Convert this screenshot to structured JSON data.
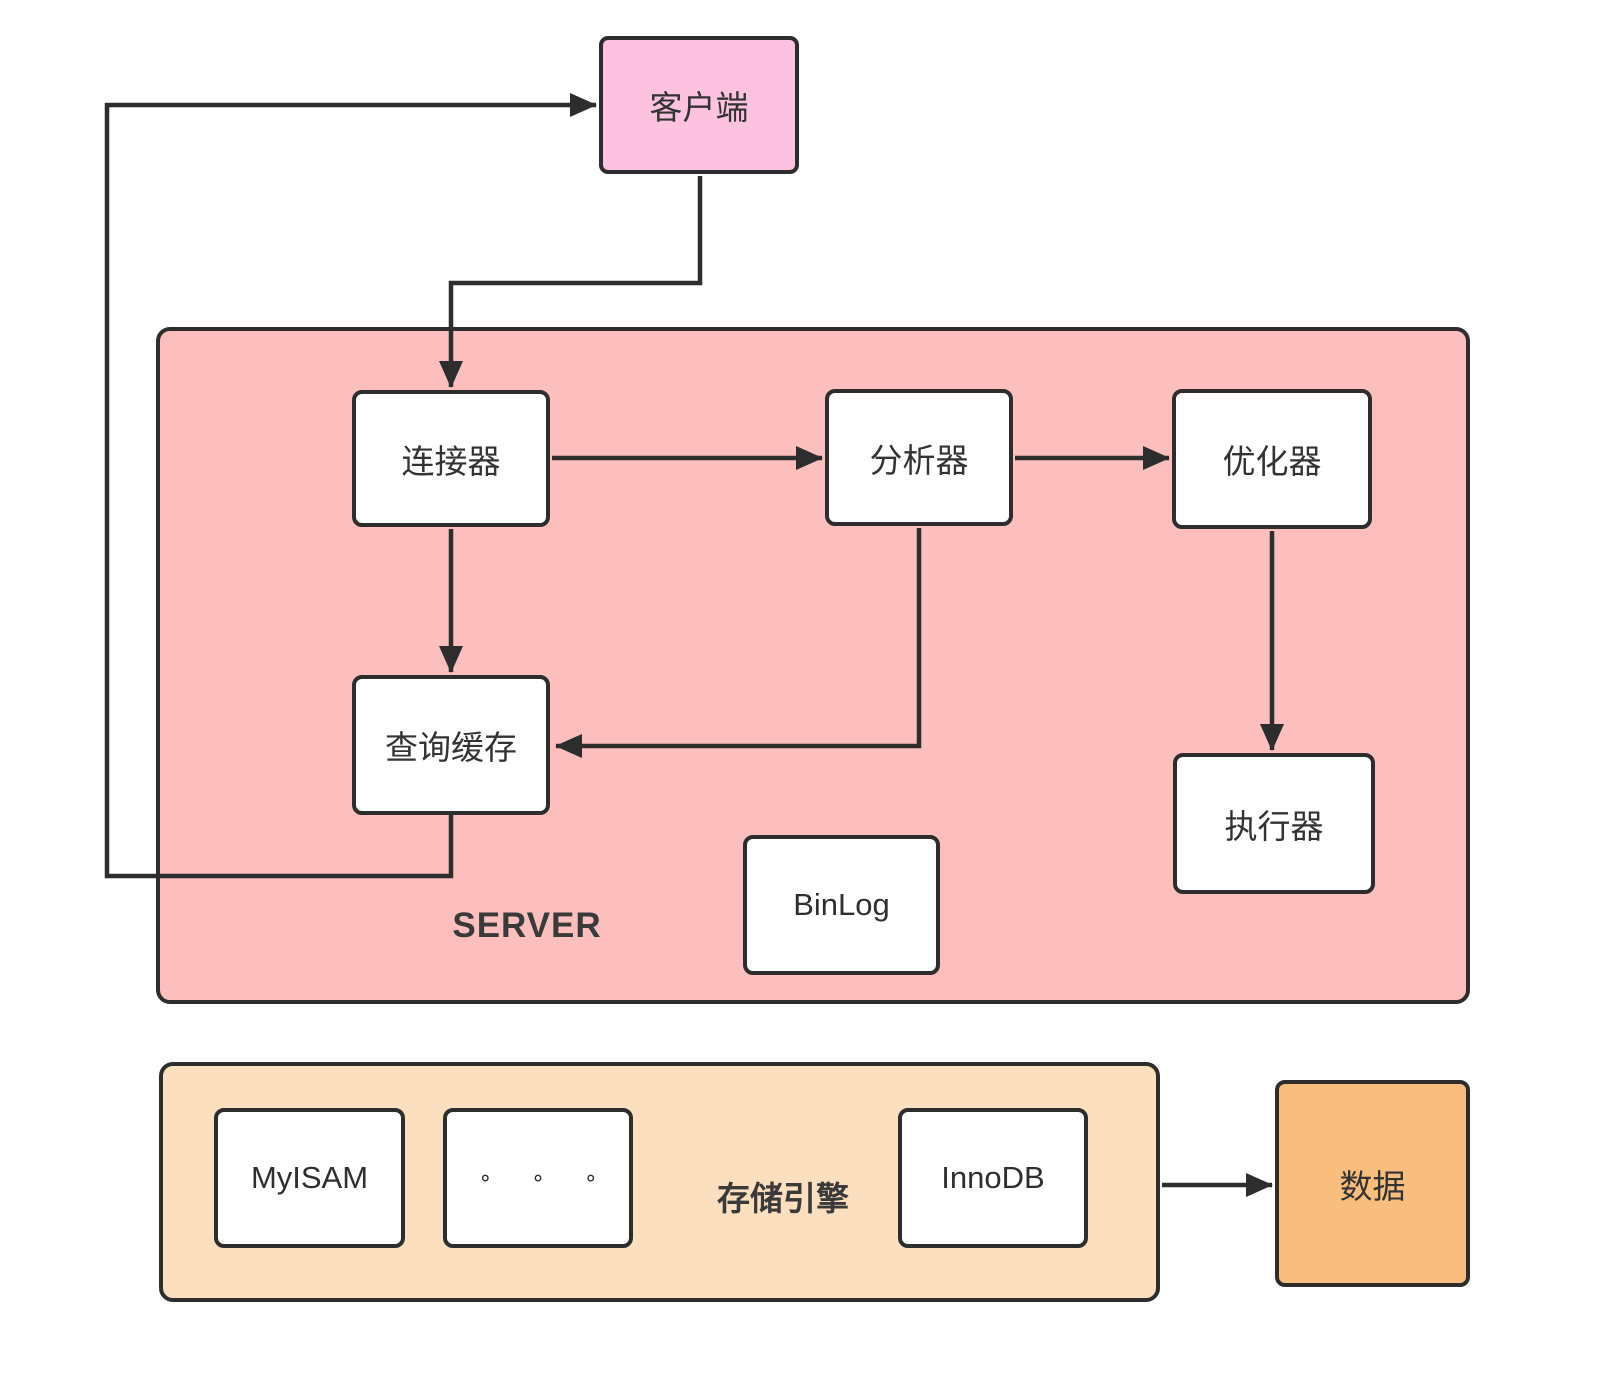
{
  "diagram": {
    "type": "flowchart",
    "subject": "MySQL architecture",
    "client": {
      "label": "客户端"
    },
    "server": {
      "label": "SERVER",
      "nodes": {
        "connector": {
          "label": "连接器"
        },
        "analyzer": {
          "label": "分析器"
        },
        "optimizer": {
          "label": "优化器"
        },
        "query_cache": {
          "label": "查询缓存"
        },
        "executor": {
          "label": "执行器"
        },
        "binlog": {
          "label": "BinLog"
        }
      }
    },
    "storage_engine": {
      "label": "存储引擎",
      "nodes": {
        "myisam": {
          "label": "MyISAM"
        },
        "others": {
          "label": "∘ ∘ ∘"
        },
        "innodb": {
          "label": "InnoDB"
        }
      }
    },
    "data": {
      "label": "数据"
    },
    "edges": [
      {
        "from": "client",
        "to": "connector"
      },
      {
        "from": "connector",
        "to": "analyzer"
      },
      {
        "from": "analyzer",
        "to": "optimizer"
      },
      {
        "from": "connector",
        "to": "query_cache"
      },
      {
        "from": "analyzer",
        "to": "query_cache"
      },
      {
        "from": "optimizer",
        "to": "executor"
      },
      {
        "from": "query_cache",
        "to": "client"
      },
      {
        "from": "storage_engine",
        "to": "data"
      }
    ],
    "colors": {
      "client_fill": "#FDC2E0",
      "server_fill": "#FDBEBE",
      "storage_fill": "#FCDFBE",
      "data_fill": "#F9BE7D",
      "node_fill": "#FFFFFF",
      "stroke": "#2D2D2D",
      "text": "#333333"
    }
  }
}
